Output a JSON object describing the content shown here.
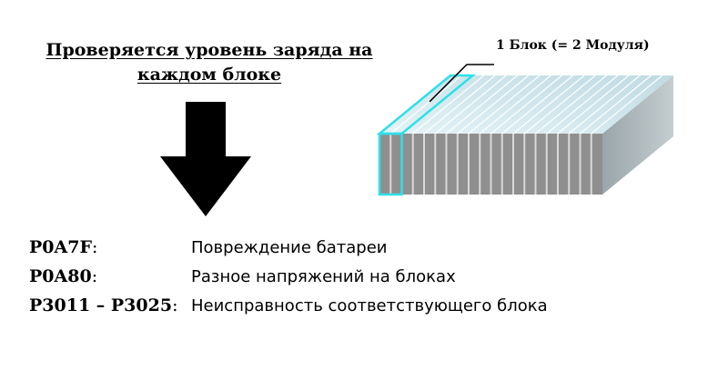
{
  "heading": {
    "line1": "Проверяется уровень заряда на",
    "line2": "каждом блоке"
  },
  "block_label": "1 Блок (= 2 Модуля)",
  "codes": [
    {
      "code": "P0A7F",
      "separator": ":",
      "description": "Повреждение батареи"
    },
    {
      "code": "P0A80",
      "separator": ":",
      "description": "Разное напряжений на блоках"
    },
    {
      "code": "P3011 – P3025",
      "separator": ":",
      "description": "Неисправность соответствующего блока"
    }
  ],
  "colors": {
    "highlight": "#2ee0e8",
    "module_front": "#8f8f8f",
    "module_top": "#cfe8ef",
    "module_side": "#a9b4b8",
    "arrow": "#000000"
  },
  "icons": {
    "arrow": "down-arrow-icon",
    "battery": "battery-block-stack-icon"
  }
}
